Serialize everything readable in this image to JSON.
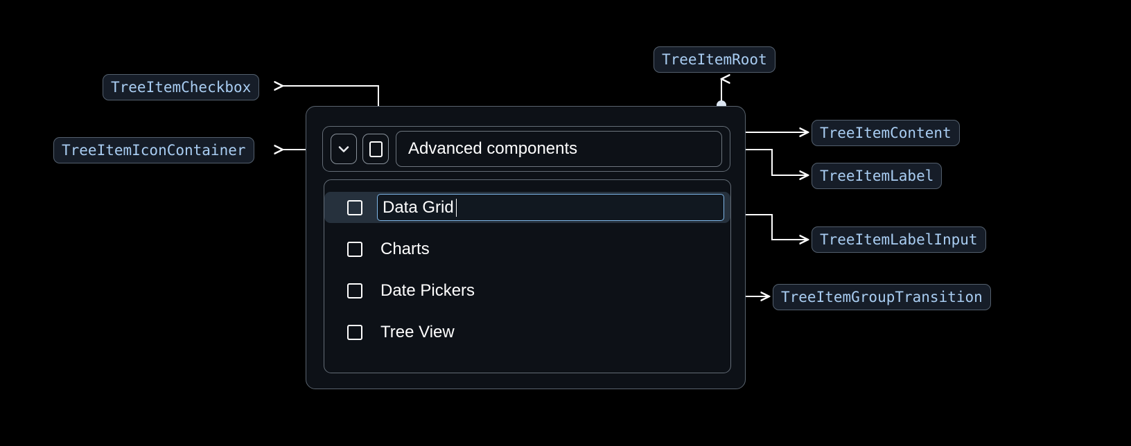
{
  "annotations": [
    {
      "id": "tree-item-checkbox",
      "label": "TreeItemCheckbox"
    },
    {
      "id": "tree-item-icon-container",
      "label": "TreeItemIconContainer"
    },
    {
      "id": "tree-item-root",
      "label": "TreeItemRoot"
    },
    {
      "id": "tree-item-content",
      "label": "TreeItemContent"
    },
    {
      "id": "tree-item-label",
      "label": "TreeItemLabel"
    },
    {
      "id": "tree-item-label-input",
      "label": "TreeItemLabelInput"
    },
    {
      "id": "tree-item-group-transition",
      "label": "TreeItemGroupTransition"
    }
  ],
  "tree": {
    "root_label": "Advanced components",
    "expand_icon": "chevron-down-icon",
    "root_checkbox_checked": false,
    "children": [
      {
        "label": "Data Grid",
        "checked": false,
        "editing": true,
        "selected": true
      },
      {
        "label": "Charts",
        "checked": false,
        "editing": false,
        "selected": false
      },
      {
        "label": "Date Pickers",
        "checked": false,
        "editing": false,
        "selected": false
      },
      {
        "label": "Tree View",
        "checked": false,
        "editing": false,
        "selected": false
      }
    ],
    "editing_value": "Data Grid"
  },
  "colors": {
    "background": "#000000",
    "badge_bg": "#161d28",
    "badge_border": "#54606e",
    "badge_text": "#a9cdf2",
    "panel_bg": "#0d1117",
    "panel_border": "#646d77",
    "selected_row_bg": "#26313d",
    "input_focus_border": "#7eb6e8",
    "connector": "#ffffff",
    "text": "#ffffff"
  }
}
